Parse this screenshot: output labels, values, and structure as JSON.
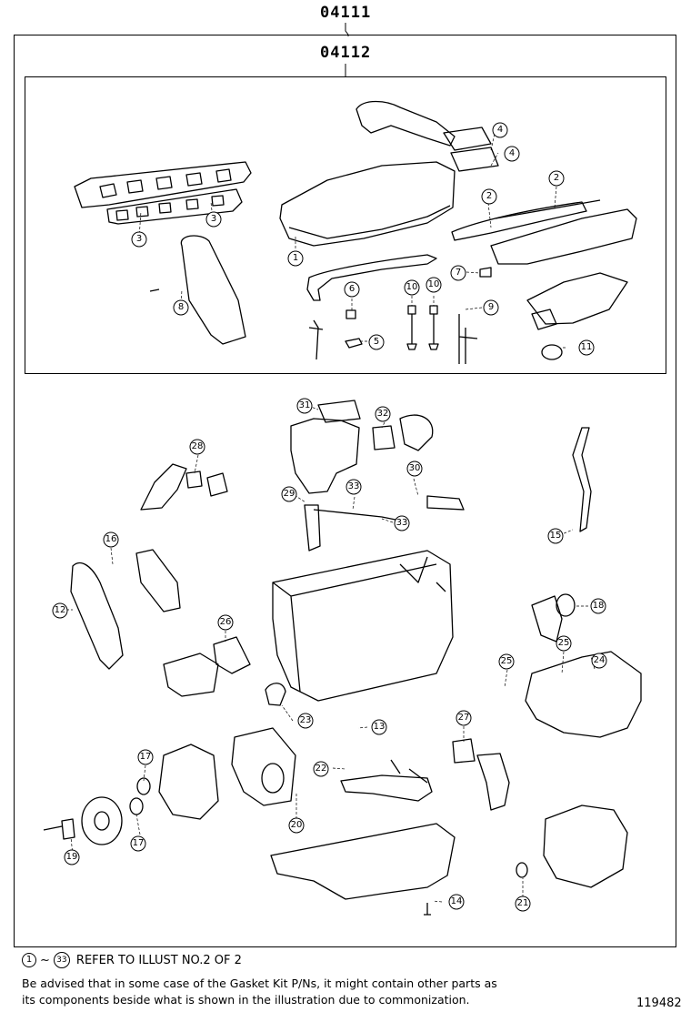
{
  "outer_part_number": "04111",
  "inner_part_number": "04112",
  "callouts_kit": [
    {
      "n": "1"
    },
    {
      "n": "2"
    },
    {
      "n": "2"
    },
    {
      "n": "3"
    },
    {
      "n": "3"
    },
    {
      "n": "4"
    },
    {
      "n": "4"
    },
    {
      "n": "5"
    },
    {
      "n": "6"
    },
    {
      "n": "7"
    },
    {
      "n": "8"
    },
    {
      "n": "9"
    },
    {
      "n": "10"
    },
    {
      "n": "10"
    },
    {
      "n": "11"
    }
  ],
  "callouts_engine": [
    {
      "n": "12"
    },
    {
      "n": "13"
    },
    {
      "n": "14"
    },
    {
      "n": "15"
    },
    {
      "n": "16"
    },
    {
      "n": "17"
    },
    {
      "n": "17"
    },
    {
      "n": "18"
    },
    {
      "n": "19"
    },
    {
      "n": "20"
    },
    {
      "n": "21"
    },
    {
      "n": "22"
    },
    {
      "n": "23"
    },
    {
      "n": "24"
    },
    {
      "n": "25"
    },
    {
      "n": "25"
    },
    {
      "n": "26"
    },
    {
      "n": "27"
    },
    {
      "n": "28"
    },
    {
      "n": "29"
    },
    {
      "n": "30"
    },
    {
      "n": "31"
    },
    {
      "n": "32"
    },
    {
      "n": "33"
    },
    {
      "n": "33"
    }
  ],
  "footer": {
    "ref_from": "1",
    "ref_to": "33",
    "ref_tilde": "~",
    "ref_text": "REFER TO ILLUST NO.2 OF 2",
    "note_line1": "Be advised that in some case of the Gasket Kit P/Ns,  it might contain other parts as",
    "note_line2": "its components beside what is shown in the illustration due to commonization.",
    "illustration_id": "119482"
  }
}
